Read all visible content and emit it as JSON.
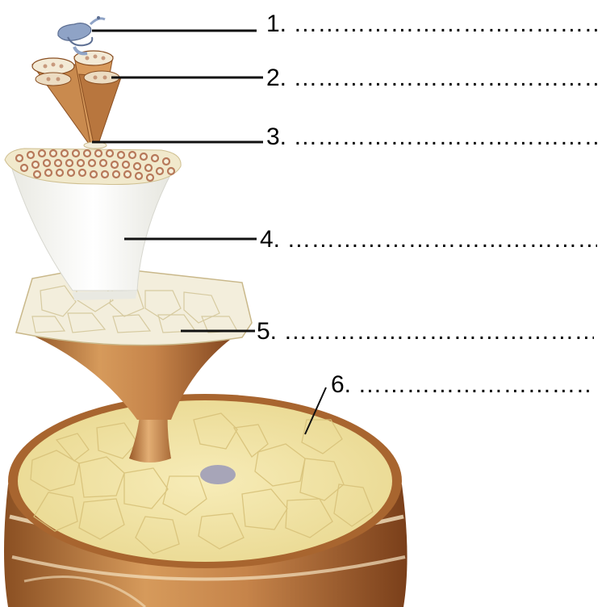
{
  "labels": [
    {
      "number": "1.",
      "blank": "……………………………………"
    },
    {
      "number": "2.",
      "blank": "……………………………………"
    },
    {
      "number": "3.",
      "blank": "……………………………………"
    },
    {
      "number": "4.",
      "blank": "……………………………………"
    },
    {
      "number": "5.",
      "blank": "……………………………………"
    },
    {
      "number": "6.",
      "blank": "……………………………"
    }
  ],
  "colors": {
    "muscle": "#c98a4e",
    "muscle_dark": "#8a4f22",
    "muscle_light": "#e2ad73",
    "fascicle_tissue": "#f1ecd6",
    "fiber_dot": "#b7795a",
    "cross_section": "#f3e6a8",
    "cell_lines": "#d8c27a",
    "white_sheath": "#fbfbf7",
    "myofibril": "#8fa3c6"
  }
}
